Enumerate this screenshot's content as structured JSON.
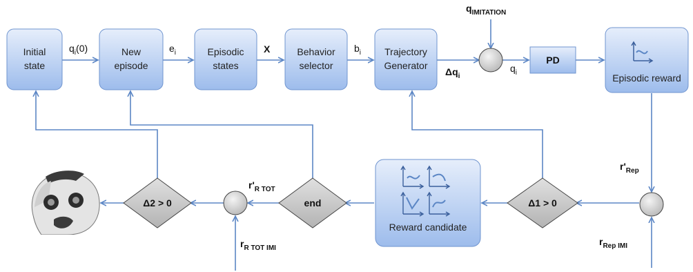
{
  "blocks": {
    "initial_state": [
      "Initial",
      "state"
    ],
    "new_episode": [
      "New",
      "episode"
    ],
    "episodic_states": [
      "Episodic",
      "states"
    ],
    "behavior_selector": [
      "Behavior",
      "selector"
    ],
    "trajectory_generator": [
      "Trajectory",
      "Generator"
    ],
    "pd": "PD",
    "episodic_reward": "Episodic reward",
    "reward_candidate": "Reward candidate"
  },
  "decisions": {
    "delta1": "Δ1 > 0",
    "delta2": "Δ2 > 0",
    "end": "end"
  },
  "signals": {
    "qi0": {
      "main": "q",
      "sub": "i",
      "tail": "(0)"
    },
    "ei": {
      "main": "e",
      "sub": "i"
    },
    "x": {
      "main": "X"
    },
    "bi": {
      "main": "b",
      "sub": "i"
    },
    "dqi": {
      "main": "Δq",
      "sub": "i"
    },
    "qi": {
      "main": "q",
      "sub": "i"
    },
    "qimitation": {
      "main": "q",
      "sub": "IMITATION"
    },
    "r_rep_prime": {
      "main": "r'",
      "sub": "Rep"
    },
    "r_rep_imi": {
      "main": "r",
      "sub": "Rep IMI"
    },
    "r_rtot_prime": {
      "main": "r'",
      "sub": "R TOT"
    },
    "r_rtot_imi": {
      "main": "r",
      "sub": "R TOT IMI"
    }
  },
  "colors": {
    "block_fill_top": "#e6eefb",
    "block_fill_bottom": "#9dbcec",
    "block_stroke": "#6f94cf",
    "arrow": "#5b86c5",
    "decision_fill": "#c8c8c8",
    "summing_fill": "#d9d9d9"
  },
  "icons": [
    "reward-curve-icon",
    "reward-candidates-icon",
    "robot-head-icon"
  ]
}
